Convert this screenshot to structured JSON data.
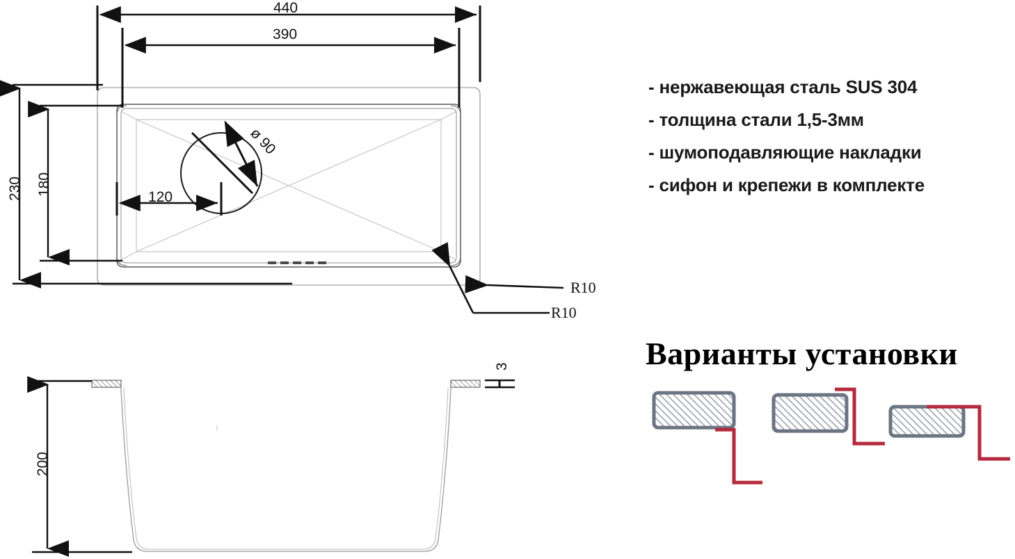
{
  "document": {
    "type": "technical-drawing",
    "subject": "kitchen-sink",
    "background_color": "#ffffff"
  },
  "specs": {
    "items": [
      "- нержавеющая сталь SUS 304",
      "- толщина стали 1,5-3мм",
      "- шумоподавляющие накладки",
      "- сифон и крепежи в комплекте"
    ]
  },
  "install": {
    "heading": "Варианты установки",
    "variants": [
      {
        "name": "flush-mount",
        "label": ""
      },
      {
        "name": "top-mount",
        "label": ""
      },
      {
        "name": "under-mount",
        "label": ""
      }
    ],
    "colors": {
      "counter_outline": "#6b7480",
      "hatch": "#9aa2ac",
      "sink_edge_red": "#b5293d"
    }
  },
  "top_view": {
    "dimensions": {
      "outer_width": "440",
      "inner_width": "390",
      "outer_depth": "230",
      "inner_depth": "180",
      "drain_diameter": "ø 90",
      "drain_offset": "120",
      "corner_radius_rim": "R10",
      "corner_radius_bowl": "R10"
    },
    "units": "mm"
  },
  "section_view": {
    "dimensions": {
      "depth": "200",
      "thickness": "3"
    },
    "units": "mm"
  },
  "chart_data": {
    "type": "table",
    "title": "Sink dimensions (mm)",
    "categories": [
      "440",
      "390",
      "230",
      "180",
      "ø 90",
      "120",
      "R10",
      "R10",
      "200",
      "3"
    ],
    "values": [
      440,
      390,
      230,
      180,
      90,
      120,
      10,
      10,
      200,
      3
    ]
  }
}
